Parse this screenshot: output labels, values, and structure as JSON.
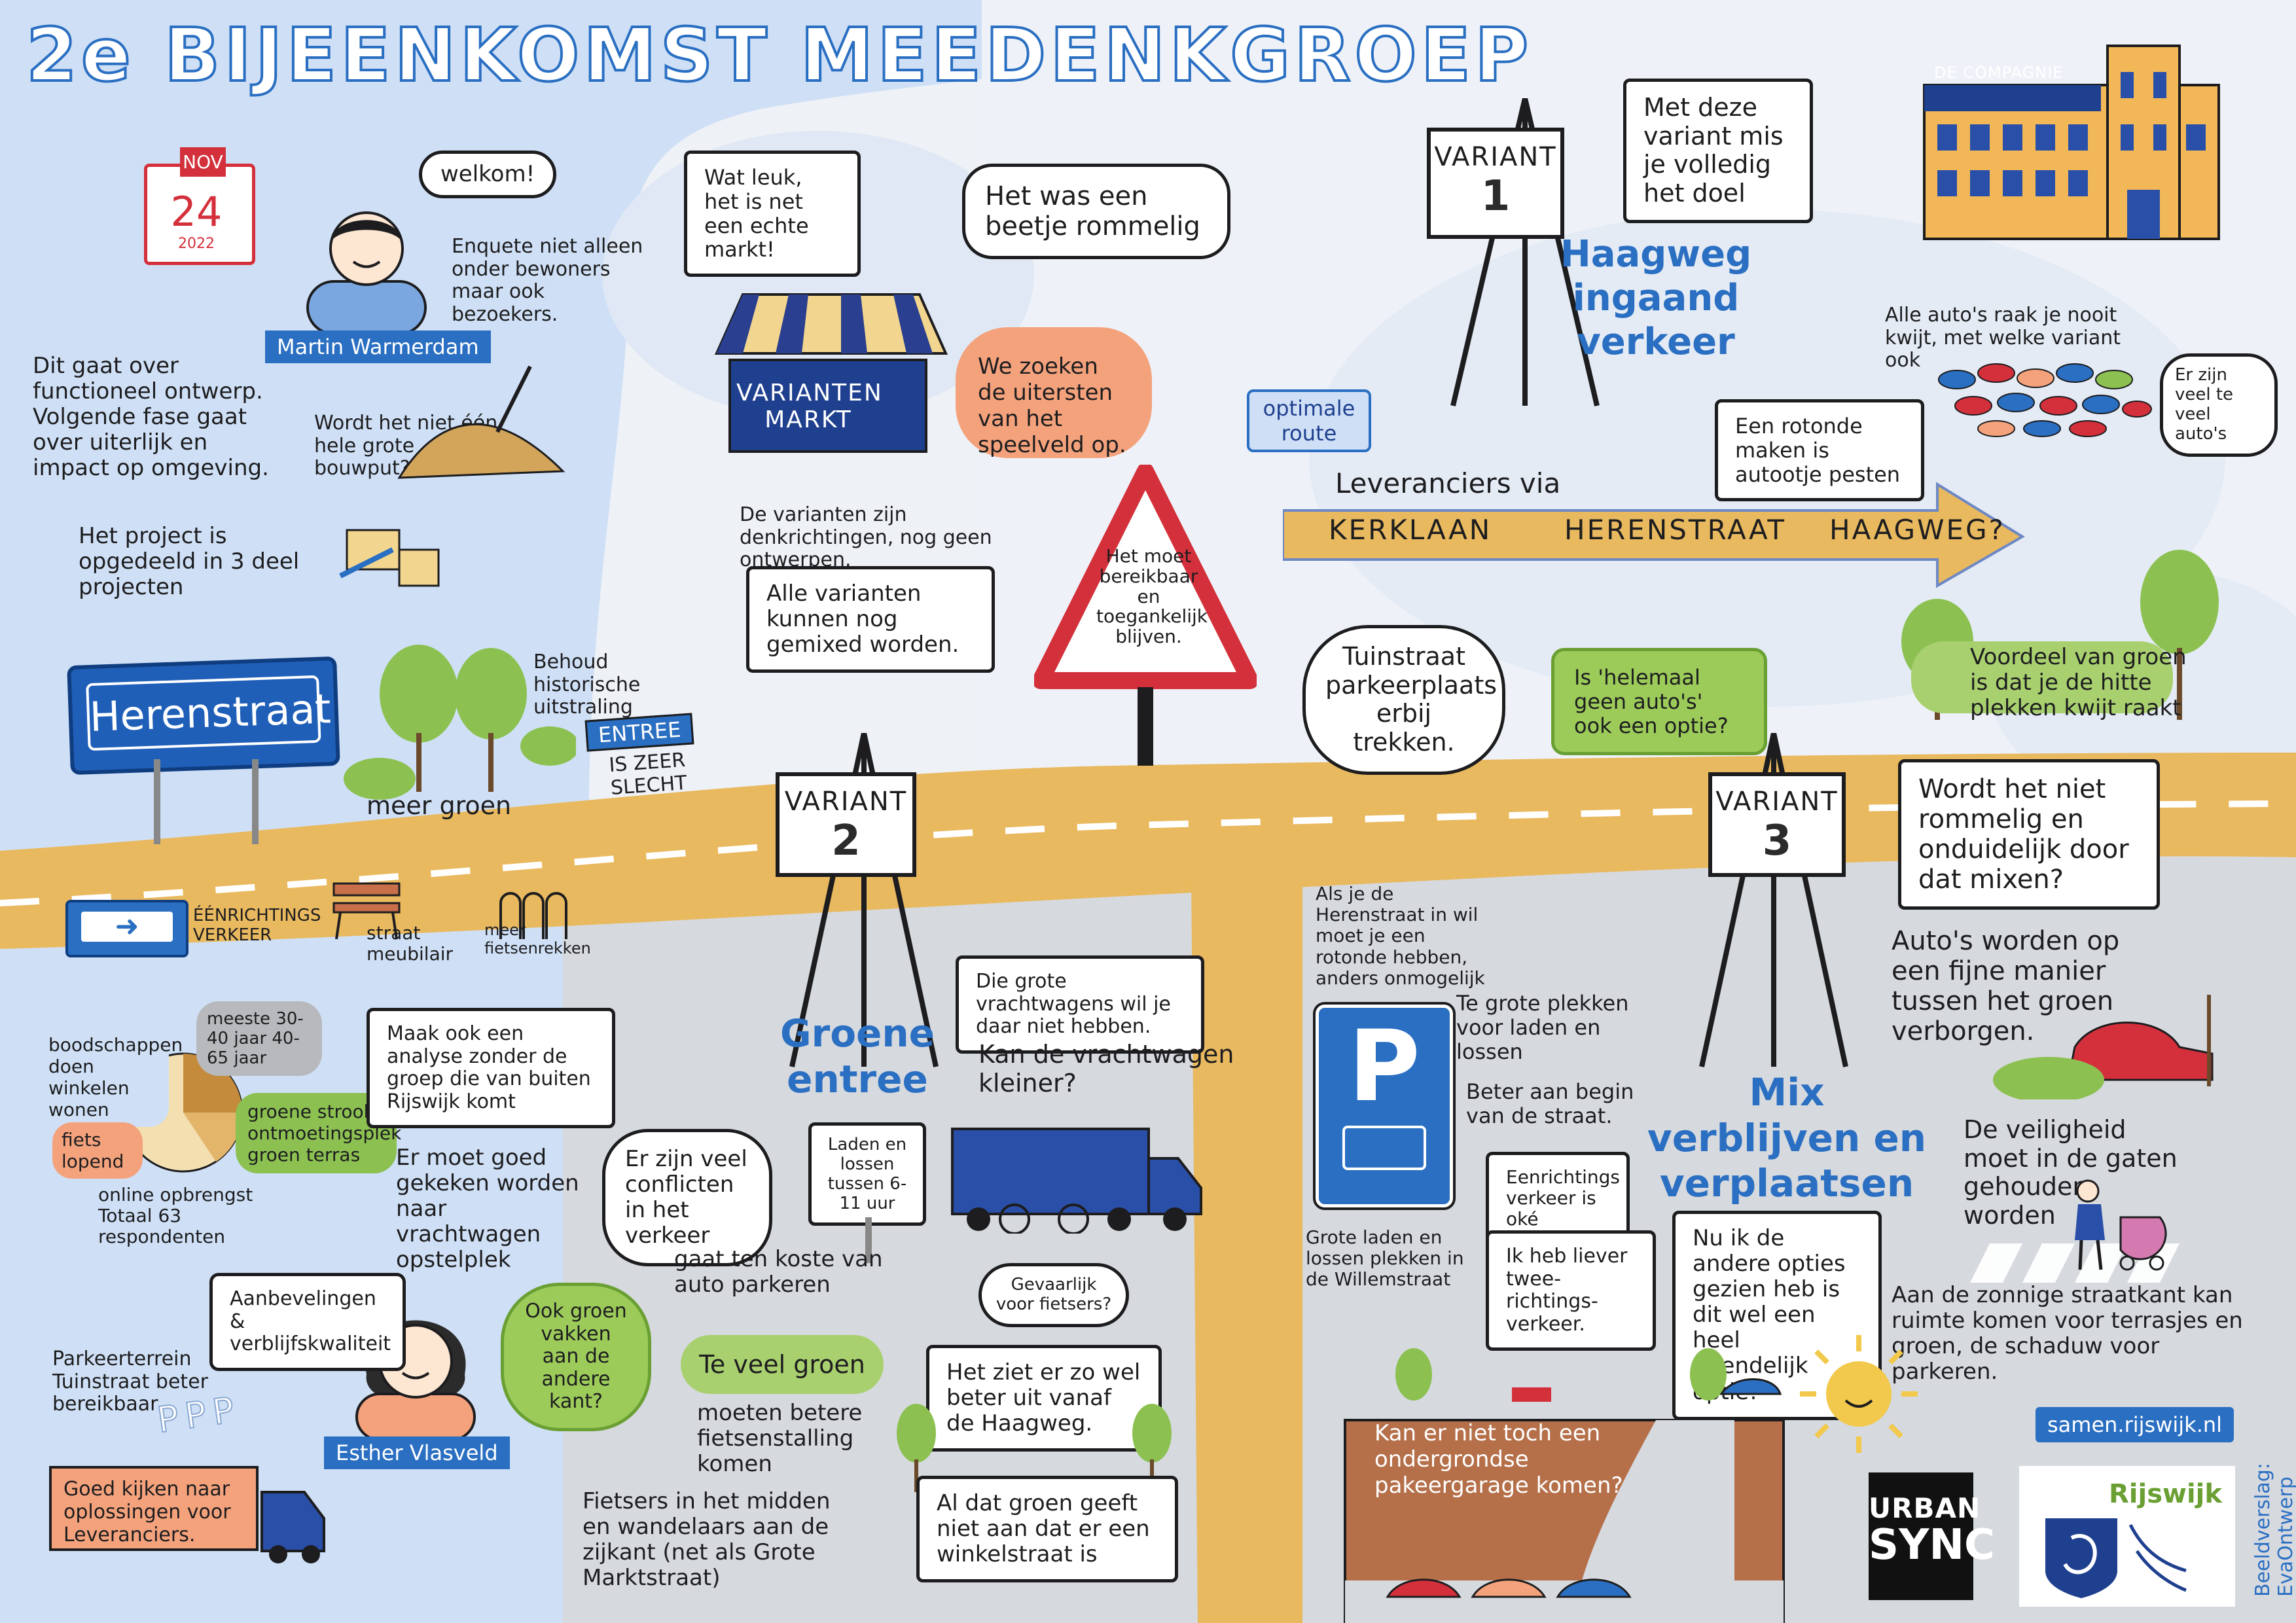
{
  "title": "2e BIJEENKOMST MEEDENKGROEP",
  "date": {
    "month": "NOV",
    "day": "24",
    "year": "2022"
  },
  "people": {
    "martin": {
      "name": "Martin Warmerdam",
      "speech": "welkom!"
    },
    "esther": {
      "name": "Esther Vlasveld",
      "speech": "Aanbevelingen & verblijfskwaliteit"
    }
  },
  "left_notes": {
    "enquete": "Enquete niet alleen onder bewoners maar ook bezoekers.",
    "functioneel": "Dit gaat over functioneel ontwerp. Volgende fase gaat over uiterlijk en impact op omgeving.",
    "bouwput": "Wordt het niet één hele grote bouwput?",
    "deelprojecten": "Het project is opgedeeld in 3 deel projecten",
    "herenstraat_sign": "Herenstraat",
    "historisch": "Behoud historische uitstraling",
    "entree_sign": "ENTREE",
    "entree_text": "IS ZEER SLECHT",
    "meer_groen": "meer groen",
    "eenrichting": "ÉÉNRICHTINGS VERKEER",
    "meubilair": "straat meubilair",
    "fietsenrekken": "meer fietsenrekken",
    "analyse": "Maak ook een analyse zonder de groep die van buiten Rijswijk komt",
    "vrachtwagen_opstelplek": "Er moet goed gekeken worden naar vrachtwagen opstelplek",
    "parkeerterrein": "Parkeerterrein Tuinstraat beter bereikbaar",
    "leveranciers": "Goed kijken naar oplossingen voor Leveranciers."
  },
  "survey": {
    "boodschappen": "boodschappen doen winkelen wonen",
    "fiets": "fiets lopend",
    "meeste": "meeste 30-40 jaar 40-65 jaar",
    "groen": "groene strook ontmoetingsplek groen terras",
    "opbrengst": "online opbrengst Totaal 63 respondenten"
  },
  "market": {
    "wat_leuk": "Wat leuk, het is net een echte markt!",
    "rommelig": "Het was een beetje rommelig",
    "sign": "VARIANTEN MARKT",
    "uitersten": "We zoeken de uitersten van het speelveld op.",
    "denkrichtingen": "De varianten zijn denkrichtingen, nog geen ontwerpen.",
    "gemixed": "Alle varianten kunnen nog gemixed worden.",
    "bereikbaar": "Het moet bereikbaar en toegankelijk blijven."
  },
  "variant1": {
    "label": "VARIANT",
    "num": "1",
    "doel": "Met deze variant mis je volledig het doel",
    "name": "Haagweg ingaand verkeer",
    "optimale": "optimale route",
    "leveranciers_via": "Leveranciers via",
    "route": [
      "KERKLAAN",
      "HERENSTRAAT",
      "HAAGWEG?"
    ],
    "rotonde": "Een rotonde maken is autootje pesten",
    "tuinstraat": "Tuinstraat parkeerplaats erbij trekken.",
    "geen_autos": "Is 'helemaal geen auto's' ook een optie?"
  },
  "company": {
    "name": "DE COMPAGNIE"
  },
  "right_notes": {
    "autos_kwijt": "Alle auto's raak je nooit kwijt, met welke variant ook",
    "veel_autos": "Er zijn veel te veel auto's",
    "hitte": "Voordeel van groen is dat je de hitte plekken kwijt raakt"
  },
  "variant2": {
    "label": "VARIANT",
    "num": "2",
    "name": "Groene entree",
    "vrachtwagens": "Die grote vrachtwagens wil je daar niet hebben.",
    "kleiner": "Kan de vrachtwagen kleiner?",
    "conflicten": "Er zijn veel conflicten in het verkeer",
    "laden_sign": "Laden en lossen tussen 6-11 uur",
    "gevaarlijk": "Gevaarlijk voor fietsers?",
    "kosten": "gaat ten koste van auto parkeren",
    "ook_groen": "Ook groen vakken aan de andere kant?",
    "te_veel_groen": "Te veel groen",
    "fietsenstalling": "moeten betere fietsenstalling komen",
    "fietsers_midden": "Fietsers in het midden en wandelaars aan de zijkant (net als Grote Marktstraat)",
    "haagweg": "Het ziet er zo wel beter uit vanaf de Haagweg.",
    "winkelstraat": "Al dat groen geeft niet aan dat er een winkelstraat is"
  },
  "variant3": {
    "label": "VARIANT",
    "num": "3",
    "name": "Mix verblijven en verplaatsen",
    "rommelig": "Wordt het niet rommelig en onduidelijk door dat mixen?",
    "groen_verborgen": "Auto's worden op een fijne manier tussen het groen verborgen.",
    "veiligheid": "De veiligheid moet in de gaten gehouden worden",
    "rotonde": "Als je de Herenstraat in wil moet je een rotonde hebben, anders onmogelijk",
    "te_grote": "Te grote plekken voor laden en lossen",
    "beter_begin": "Beter aan begin van de straat.",
    "eenrichting_oke": "Eenrichtings verkeer is oké",
    "tweerichting": "Ik heb liever twee-richtings-verkeer.",
    "grote_laden": "Grote laden en lossen plekken in de Willemstraat",
    "vriendelijk": "Nu ik de andere opties gezien heb is dit wel een heel vriendelijk optie!",
    "zonnige": "Aan de zonnige straatkant kan ruimte komen voor terrasjes en groen, de schaduw voor parkeren.",
    "garage": "Kan er niet toch een ondergrondse pakeergarage komen?"
  },
  "footer": {
    "url": "samen.rijswijk.nl",
    "urban1": "URBAN",
    "urban2": "SYNC",
    "rijswijk": "Rijswijk",
    "credit": "Beeldverslag: EvaOntwerp"
  },
  "colors": {
    "sky": "#cfe0f6",
    "road": "#e9b95f",
    "blue": "#2a6fc2",
    "navy": "#1f3f8f",
    "green": "#86bf4e",
    "orange": "#f4a27c"
  }
}
